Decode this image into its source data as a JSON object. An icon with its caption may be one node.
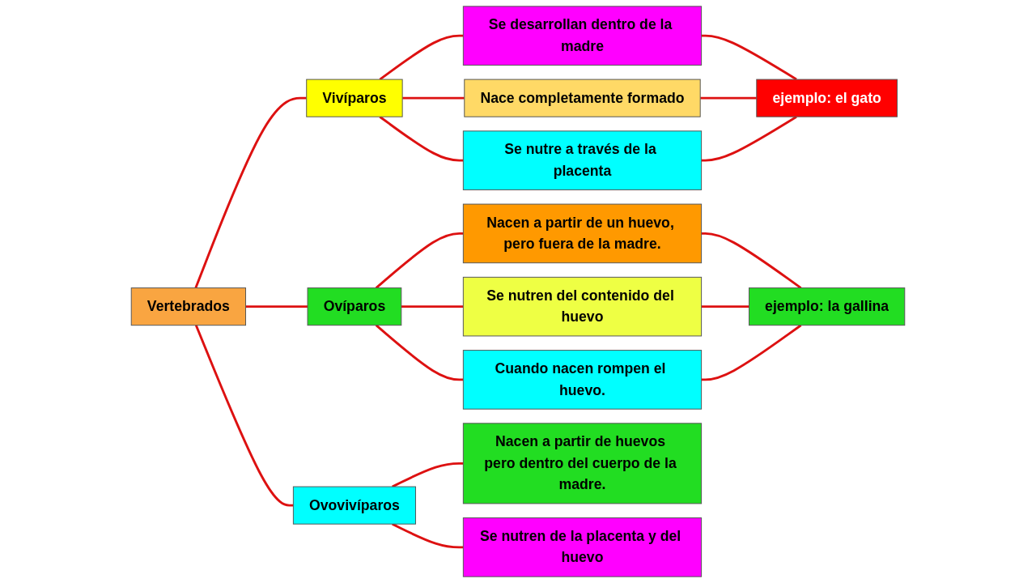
{
  "diagram": {
    "nodes": [
      {
        "text": [
          "Vertebrados"
        ]
      },
      {
        "text": [
          "Vivíparos"
        ]
      },
      {
        "text": [
          "Se desarrollan dentro de la madre"
        ]
      },
      {
        "text": [
          "Nace completamente formado"
        ]
      },
      {
        "text": [
          "Se nutre a través de la placenta"
        ]
      },
      {
        "text": [
          "ejemplo: el gato"
        ]
      },
      {
        "text": [
          "Ovíparos"
        ]
      },
      {
        "text": [
          "Nacen a partir de un huevo, pero fuera de la madre."
        ]
      },
      {
        "text": [
          "Se nutren del contenido del huevo"
        ]
      },
      {
        "text": [
          "Cuando nacen rompen el huevo."
        ]
      },
      {
        "text": [
          "ejemplo: la gallina"
        ]
      },
      {
        "text": [
          "Ovovivíparos"
        ]
      },
      {
        "text": [
          "Nacen a partir de huevos pero dentro del cuerpo de la madre."
        ]
      },
      {
        "text": [
          "Se nutren de la placenta y del huevo"
        ]
      }
    ],
    "edges": [
      {
        "from": 0,
        "to": 1,
        "arrow": "none"
      },
      {
        "from": 0,
        "to": 6,
        "arrow": "none"
      },
      {
        "from": 0,
        "to": 11,
        "arrow": "none"
      },
      {
        "from": 1,
        "to": 2,
        "arrow": "none"
      },
      {
        "from": 1,
        "to": 3,
        "arrow": "none"
      },
      {
        "from": 1,
        "to": 4,
        "arrow": "none"
      },
      {
        "from": 2,
        "to": 5,
        "arrow": "none"
      },
      {
        "from": 3,
        "to": 5,
        "arrow": "none"
      },
      {
        "from": 4,
        "to": 5,
        "arrow": "none"
      },
      {
        "from": 6,
        "to": 7,
        "arrow": "none"
      },
      {
        "from": 6,
        "to": 8,
        "arrow": "none"
      },
      {
        "from": 6,
        "to": 9,
        "arrow": "none"
      },
      {
        "from": 7,
        "to": 10,
        "arrow": "none"
      },
      {
        "from": 8,
        "to": 10,
        "arrow": "none"
      },
      {
        "from": 9,
        "to": 10,
        "arrow": "none"
      },
      {
        "from": 11,
        "to": 12,
        "arrow": "none"
      },
      {
        "from": 11,
        "to": 13,
        "arrow": "none"
      }
    ]
  }
}
